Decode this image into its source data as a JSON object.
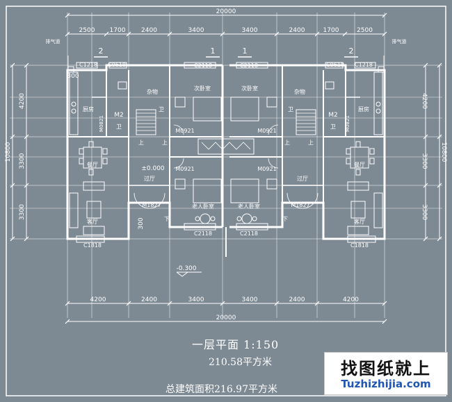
{
  "dims": {
    "top_total": "20000",
    "top_segments": [
      "2500",
      "1700",
      "2400",
      "3400",
      "3400",
      "2400",
      "1700",
      "2500"
    ],
    "bottom_segments": [
      "4200",
      "2400",
      "3400",
      "3400",
      "2400",
      "4200"
    ],
    "bottom_total": "20000",
    "side_left": [
      "4200",
      "3300",
      "3300"
    ],
    "side_left_total": "10800",
    "side_right": [
      "4200",
      "3300",
      "3300"
    ],
    "side_right_total": "10800",
    "small_300": "300"
  },
  "section_marks": [
    "2",
    "1",
    "1",
    "2"
  ],
  "windows": {
    "c1218": "C1218",
    "c0618": "C0618",
    "c2118": "C2118",
    "c1818": "C1818"
  },
  "doors": {
    "m2": "M2",
    "m0821": "M0821",
    "m0921": "M0921",
    "m1827": "M1827"
  },
  "rooms": {
    "exhaust": "排气道",
    "kitchen": "厨房",
    "storage": "杂物",
    "bedroom": "次卧室",
    "elder_bedroom": "老人卧室",
    "dining": "餐厅",
    "living": "客厅",
    "corridor": "过厅",
    "wc": "卫"
  },
  "stair": {
    "up": "上",
    "down": "下"
  },
  "levels": {
    "floor": "±0.000",
    "outside": "-0.300"
  },
  "caption": {
    "title": "一层平面   1:150",
    "area": "210.58平方米",
    "total": "总建筑面积216.97平方米"
  },
  "brand": {
    "cn": "找图纸就上",
    "en": "Tuzhizhijia.com"
  }
}
